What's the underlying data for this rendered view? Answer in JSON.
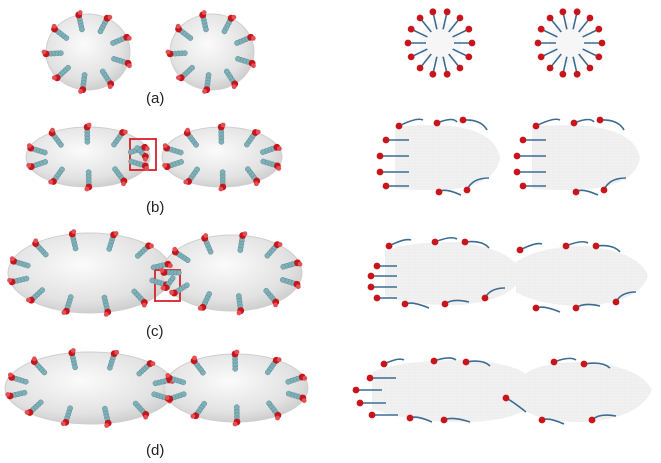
{
  "panels": [
    {
      "id": "a",
      "label": "(a)",
      "stage": "spherical",
      "count": 2
    },
    {
      "id": "b",
      "label": "(b)",
      "stage": "elongated",
      "count": 2,
      "highlight": true
    },
    {
      "id": "c",
      "label": "(c)",
      "stage": "elongated-contact",
      "count": 2,
      "highlight": true
    },
    {
      "id": "d",
      "label": "(d)",
      "stage": "merged",
      "count": 2
    }
  ],
  "colors": {
    "head": "#c8151b",
    "tail": "#3d6c93",
    "molecule": "#7fb0b8",
    "micelle": "#e6e6e6",
    "micelle_edge": "#cfcfcf",
    "highlight": "#d9202a",
    "schematic_fill": "#eeeeee"
  }
}
